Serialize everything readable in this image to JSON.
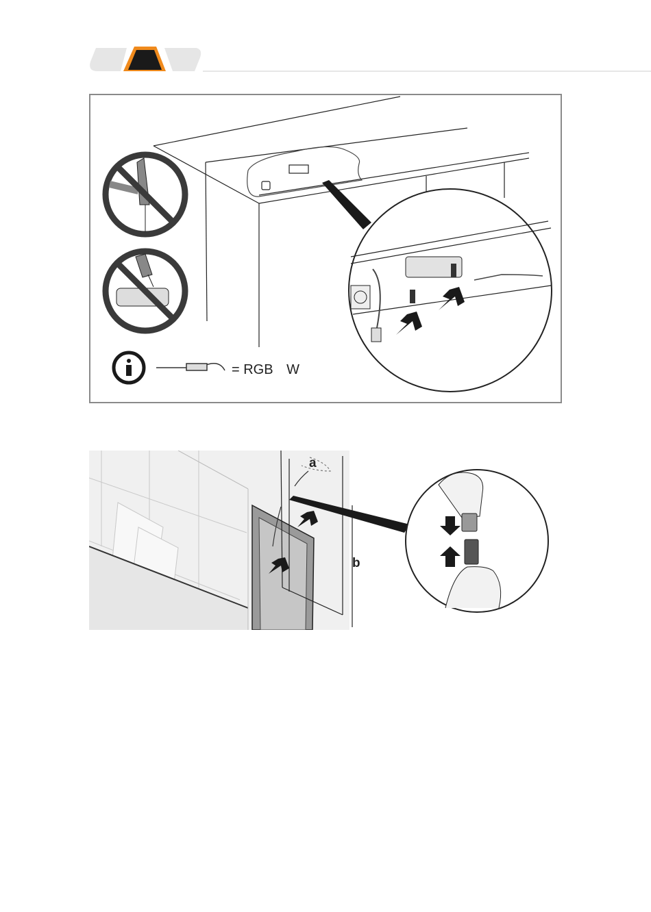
{
  "header": {
    "tabs": [
      {
        "state": "inactive"
      },
      {
        "state": "active"
      },
      {
        "state": "inactive"
      }
    ],
    "colors": {
      "inactive_tab": "#e6e6e6",
      "active_tab": "#1a1a1a",
      "active_glow": "#f08a1c",
      "rule": "#dddddd"
    }
  },
  "step1": {
    "warnings": [
      {
        "icon": "no-drilling-icon"
      },
      {
        "icon": "no-silicone-icon"
      }
    ],
    "info": {
      "icon": "info-icon",
      "equals_label": "= RGB",
      "variant_label": "W"
    },
    "detail_icons": [
      "socket-icon",
      "plug-icon",
      "screw-icon",
      "driver-box-icon",
      "push-arrow-icon"
    ]
  },
  "step2": {
    "label_a": "a",
    "label_b": "b",
    "detail_icons": [
      "connector-icon",
      "push-arrow-icon"
    ]
  }
}
